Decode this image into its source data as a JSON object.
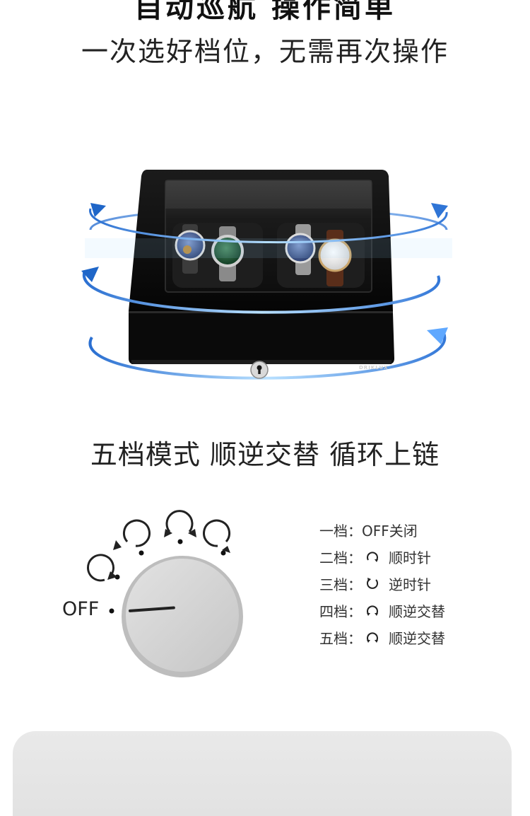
{
  "header": {
    "title_cut": "自动巡航  操作简单",
    "subtitle": "一次选好档位，无需再次操作"
  },
  "product": {
    "brand": "DRIKLUX",
    "icons": [
      "rotation-arrow-icon",
      "keyhole-icon"
    ]
  },
  "features": {
    "text": "五档模式 顺逆交替 循环上链"
  },
  "dial": {
    "off_label": "OFF"
  },
  "modes": [
    {
      "level": "一档：",
      "icon": "none",
      "desc": "OFF关闭"
    },
    {
      "level": "二档：",
      "icon": "rotate-clockwise-icon",
      "desc": "顺时针"
    },
    {
      "level": "三档：",
      "icon": "rotate-counterclockwise-icon",
      "desc": "逆时针"
    },
    {
      "level": "四档：",
      "icon": "rotate-bidirectional-icon",
      "desc": "顺逆交替"
    },
    {
      "level": "五档：",
      "icon": "rotate-bidirectional-icon",
      "desc": "顺逆交替"
    }
  ],
  "colors": {
    "arrow_light": "#8ec8ff",
    "arrow_dark": "#1f66c8",
    "box": "#0c0c0c",
    "dial": "#cfcfcf"
  }
}
